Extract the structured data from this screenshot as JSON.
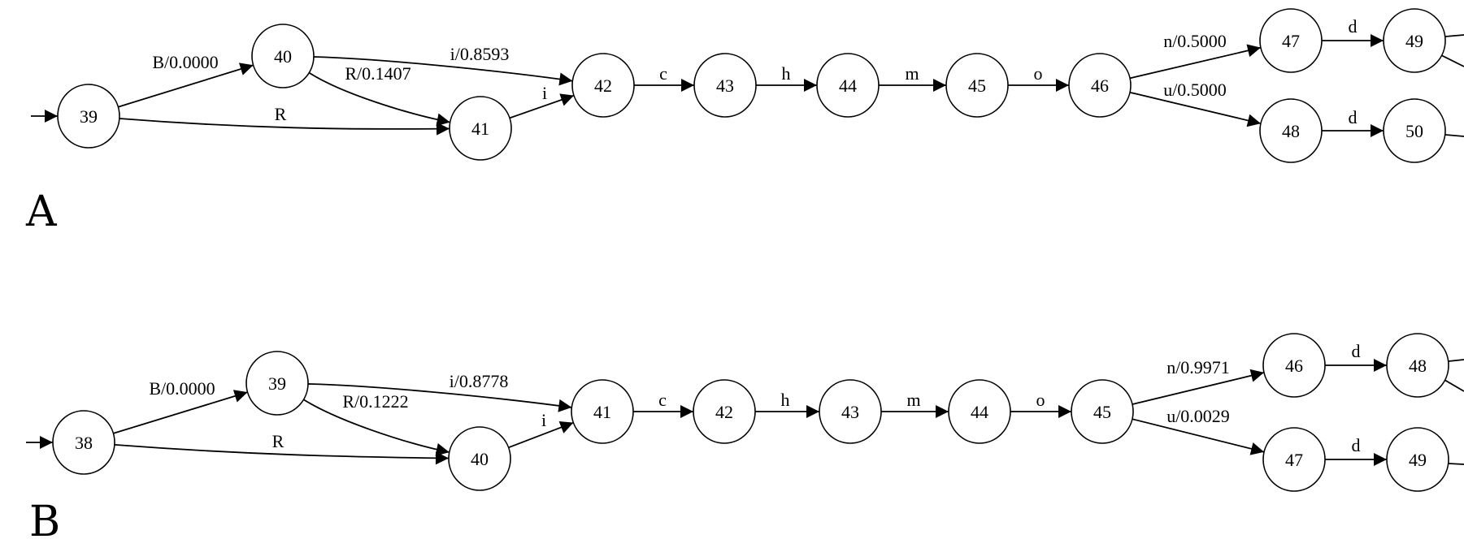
{
  "panels": [
    {
      "label": "A",
      "nodes": [
        "39",
        "40",
        "41",
        "42",
        "43",
        "44",
        "45",
        "46",
        "47",
        "48",
        "49",
        "50"
      ],
      "edges": [
        {
          "from": "start",
          "to": "39",
          "label": ""
        },
        {
          "from": "39",
          "to": "40",
          "label": "B/0.0000"
        },
        {
          "from": "39",
          "to": "41",
          "label": "R"
        },
        {
          "from": "40",
          "to": "42",
          "label": "i/0.8593"
        },
        {
          "from": "40",
          "to": "41",
          "label": "R/0.1407"
        },
        {
          "from": "41",
          "to": "42",
          "label": "i"
        },
        {
          "from": "42",
          "to": "43",
          "label": "c"
        },
        {
          "from": "43",
          "to": "44",
          "label": "h"
        },
        {
          "from": "44",
          "to": "45",
          "label": "m"
        },
        {
          "from": "45",
          "to": "46",
          "label": "o"
        },
        {
          "from": "46",
          "to": "47",
          "label": "n/0.5000"
        },
        {
          "from": "46",
          "to": "48",
          "label": "u/0.5000"
        },
        {
          "from": "47",
          "to": "49",
          "label": "d"
        },
        {
          "from": "48",
          "to": "50",
          "label": "d"
        }
      ]
    },
    {
      "label": "B",
      "nodes": [
        "38",
        "39",
        "40",
        "41",
        "42",
        "43",
        "44",
        "45",
        "46",
        "47",
        "48",
        "49"
      ],
      "edges": [
        {
          "from": "start",
          "to": "38",
          "label": ""
        },
        {
          "from": "38",
          "to": "39",
          "label": "B/0.0000"
        },
        {
          "from": "38",
          "to": "40",
          "label": "R"
        },
        {
          "from": "39",
          "to": "41",
          "label": "i/0.8778"
        },
        {
          "from": "39",
          "to": "40",
          "label": "R/0.1222"
        },
        {
          "from": "40",
          "to": "41",
          "label": "i"
        },
        {
          "from": "41",
          "to": "42",
          "label": "c"
        },
        {
          "from": "42",
          "to": "43",
          "label": "h"
        },
        {
          "from": "43",
          "to": "44",
          "label": "m"
        },
        {
          "from": "44",
          "to": "45",
          "label": "o"
        },
        {
          "from": "45",
          "to": "46",
          "label": "n/0.9971"
        },
        {
          "from": "45",
          "to": "47",
          "label": "u/0.0029"
        },
        {
          "from": "46",
          "to": "48",
          "label": "d"
        },
        {
          "from": "47",
          "to": "49",
          "label": "d"
        }
      ]
    }
  ]
}
